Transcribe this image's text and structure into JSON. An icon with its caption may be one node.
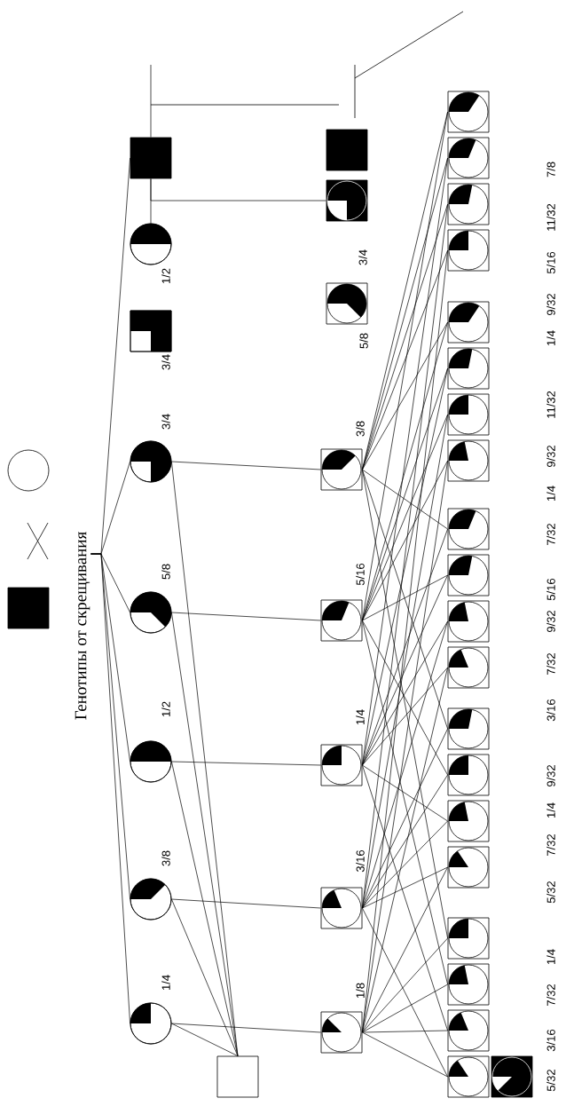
{
  "diagram": {
    "nodes": [
      {
        "text": [],
        "shape": "box"
      },
      {
        "text": [],
        "shape": "circle"
      },
      {
        "text": [
          "Генотипы от скрещивания"
        ]
      },
      {
        "text": [],
        "shape": "box"
      },
      {
        "text": [],
        "shape": "circle",
        "beside": [
          "1/4"
        ]
      },
      {
        "text": [],
        "shape": "circle",
        "beside": [
          "3/8"
        ]
      },
      {
        "text": [],
        "shape": "circle",
        "beside": [
          "1/2"
        ]
      },
      {
        "text": [],
        "shape": "circle",
        "beside": [
          "5/8"
        ]
      },
      {
        "text": [],
        "shape": "circle",
        "beside": [
          "3/4"
        ]
      },
      {
        "text": [],
        "shape": "box",
        "beside": [
          "3/4"
        ]
      },
      {
        "text": [],
        "shape": "circle",
        "beside": [
          "1/2"
        ]
      },
      {
        "text": [],
        "shape": "box"
      },
      {
        "text": [],
        "shape": "box",
        "beside": [
          "1/8"
        ]
      },
      {
        "text": [],
        "shape": "box",
        "beside": [
          "3/16"
        ]
      },
      {
        "text": [],
        "shape": "box",
        "beside": [
          "1/4"
        ]
      },
      {
        "text": [],
        "shape": "box",
        "beside": [
          "5/16"
        ]
      },
      {
        "text": [],
        "shape": "box",
        "beside": [
          "3/8"
        ]
      },
      {
        "text": [],
        "shape": "box",
        "beside": [
          "5/8"
        ]
      },
      {
        "text": [],
        "shape": "box",
        "beside": [
          "3/4"
        ]
      },
      {
        "text": [],
        "shape": "box"
      },
      {
        "text": [],
        "shape": "box"
      },
      {
        "text": [],
        "shape": "box"
      },
      {
        "text": [],
        "shape": "box"
      },
      {
        "text": [],
        "shape": "box"
      },
      {
        "text": [],
        "shape": "box"
      },
      {
        "text": [],
        "shape": "box"
      },
      {
        "text": [],
        "shape": "box"
      },
      {
        "text": [],
        "shape": "box"
      },
      {
        "text": [],
        "shape": "box"
      },
      {
        "text": [],
        "shape": "box"
      },
      {
        "text": [],
        "shape": "box"
      },
      {
        "text": [],
        "shape": "box"
      },
      {
        "text": [],
        "shape": "box"
      },
      {
        "text": [],
        "shape": "box"
      },
      {
        "text": [],
        "shape": "box"
      },
      {
        "text": [],
        "shape": "box"
      },
      {
        "text": [],
        "shape": "box"
      },
      {
        "text": [],
        "shape": "box"
      },
      {
        "text": [],
        "shape": "box"
      },
      {
        "text": [],
        "shape": "box"
      },
      {
        "text": [],
        "shape": "box"
      }
    ],
    "edges": [
      {
        "from": null,
        "to": 11,
        "arrow": "none"
      },
      {
        "from": 2,
        "to": 4,
        "arrow": "none"
      },
      {
        "from": 2,
        "to": 5,
        "arrow": "none"
      },
      {
        "from": 2,
        "to": 6,
        "arrow": "none"
      },
      {
        "from": 2,
        "to": 7,
        "arrow": "none"
      },
      {
        "from": 2,
        "to": 8,
        "arrow": "none"
      },
      {
        "from": 2,
        "to": 11,
        "arrow": "none"
      },
      {
        "from": 11,
        "to": 10,
        "arrow": "none"
      },
      {
        "from": 11,
        "to": 18,
        "arrow": "none"
      },
      {
        "from": 4,
        "to": 3,
        "arrow": "none"
      },
      {
        "from": 4,
        "to": 12,
        "arrow": "none"
      },
      {
        "from": 5,
        "to": 3,
        "arrow": "none"
      },
      {
        "from": 5,
        "to": 13,
        "arrow": "none"
      },
      {
        "from": 6,
        "to": 3,
        "arrow": "none"
      },
      {
        "from": 6,
        "to": 14,
        "arrow": "none"
      },
      {
        "from": 7,
        "to": 3,
        "arrow": "none"
      },
      {
        "from": 7,
        "to": 15,
        "arrow": "none"
      },
      {
        "from": 8,
        "to": 3,
        "arrow": "none"
      },
      {
        "from": 8,
        "to": 16,
        "arrow": "none"
      },
      {
        "from": 12,
        "to": 20,
        "arrow": "none"
      },
      {
        "from": 13,
        "to": 20,
        "arrow": "none"
      },
      {
        "from": 12,
        "to": 21,
        "arrow": "none"
      },
      {
        "from": 14,
        "to": 21,
        "arrow": "none"
      },
      {
        "from": 12,
        "to": 22,
        "arrow": "none"
      },
      {
        "from": 15,
        "to": 22,
        "arrow": "none"
      },
      {
        "from": 12,
        "to": 23,
        "arrow": "none"
      },
      {
        "from": 16,
        "to": 23,
        "arrow": "none"
      },
      {
        "from": 13,
        "to": 24,
        "arrow": "none"
      },
      {
        "from": 12,
        "to": 24,
        "arrow": "none"
      },
      {
        "from": 13,
        "to": 25,
        "arrow": "none"
      },
      {
        "from": 14,
        "to": 25,
        "arrow": "none"
      },
      {
        "from": 13,
        "to": 26,
        "arrow": "none"
      },
      {
        "from": 15,
        "to": 26,
        "arrow": "none"
      },
      {
        "from": 13,
        "to": 27,
        "arrow": "none"
      },
      {
        "from": 16,
        "to": 27,
        "arrow": "none"
      },
      {
        "from": 14,
        "to": 28,
        "arrow": "none"
      },
      {
        "from": 12,
        "to": 28,
        "arrow": "none"
      },
      {
        "from": 14,
        "to": 29,
        "arrow": "none"
      },
      {
        "from": 13,
        "to": 29,
        "arrow": "none"
      },
      {
        "from": 14,
        "to": 30,
        "arrow": "none"
      },
      {
        "from": 15,
        "to": 30,
        "arrow": "none"
      },
      {
        "from": 14,
        "to": 31,
        "arrow": "none"
      },
      {
        "from": 16,
        "to": 31,
        "arrow": "none"
      },
      {
        "from": 15,
        "to": 32,
        "arrow": "none"
      },
      {
        "from": 12,
        "to": 32,
        "arrow": "none"
      },
      {
        "from": 15,
        "to": 33,
        "arrow": "none"
      },
      {
        "from": 13,
        "to": 33,
        "arrow": "none"
      },
      {
        "from": 15,
        "to": 34,
        "arrow": "none"
      },
      {
        "from": 14,
        "to": 34,
        "arrow": "none"
      },
      {
        "from": 15,
        "to": 35,
        "arrow": "none"
      },
      {
        "from": 16,
        "to": 35,
        "arrow": "none"
      },
      {
        "from": 16,
        "to": 36,
        "arrow": "none"
      },
      {
        "from": 12,
        "to": 36,
        "arrow": "none"
      },
      {
        "from": 16,
        "to": 37,
        "arrow": "none"
      },
      {
        "from": 13,
        "to": 37,
        "arrow": "none"
      },
      {
        "from": 16,
        "to": 38,
        "arrow": "none"
      },
      {
        "from": 14,
        "to": 38,
        "arrow": "none"
      },
      {
        "from": 16,
        "to": 39,
        "arrow": "none"
      },
      {
        "from": 15,
        "to": 39,
        "arrow": "none"
      }
    ],
    "labels": [
      "5/32",
      "3/16",
      "7/32",
      "1/4",
      "5/32",
      "7/32",
      "1/4",
      "9/32",
      "3/16",
      "7/32",
      "9/32",
      "5/16",
      "7/32",
      "1/4",
      "9/32",
      "11/32",
      "1/4",
      "9/32",
      "5/16",
      "11/32",
      "7/8"
    ]
  }
}
